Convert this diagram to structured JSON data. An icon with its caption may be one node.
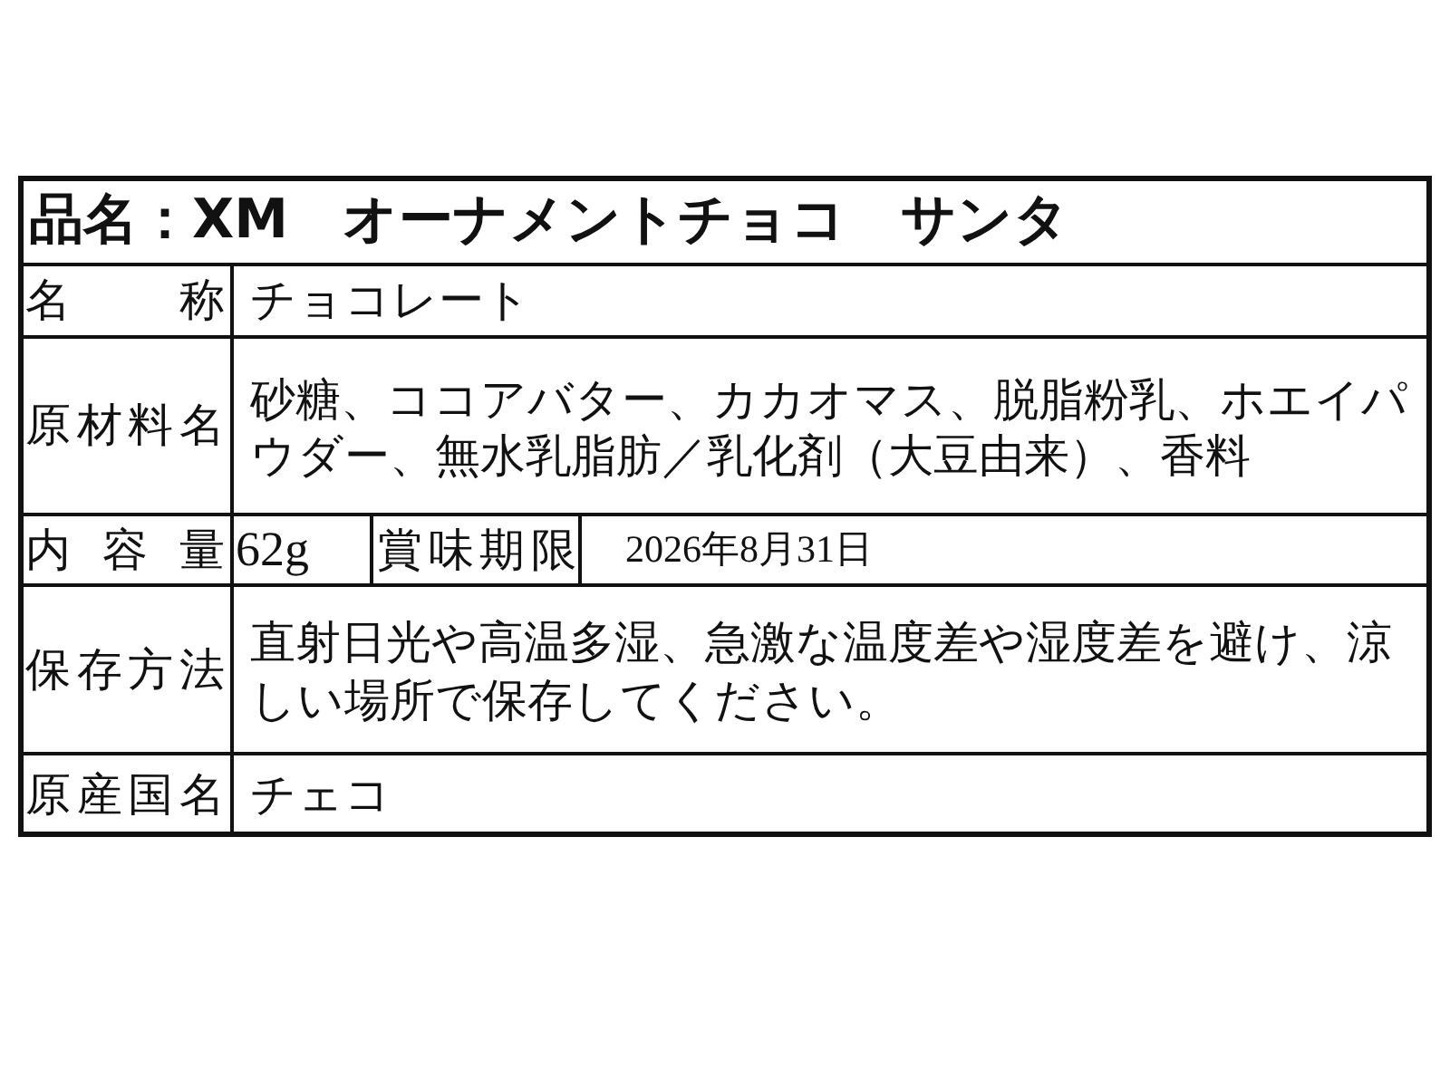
{
  "diagram": {
    "title": "品名：XM　オーナメントチョコ　サンタ",
    "labels": [
      "名称",
      "チョコレート",
      "原材料名",
      "砂糖、ココアバター、カカオマス、脱脂粉乳、ホエイパウダー、無水乳脂肪／乳化剤（大豆由来）、香料",
      "内容量",
      "62g",
      "賞味期限",
      "2026年8月31日",
      "保存方法",
      "直射日光や高温多湿、急激な温度差や湿度差を避け、涼しい場所で保存してください。",
      "原産国名",
      "チェコ"
    ]
  }
}
